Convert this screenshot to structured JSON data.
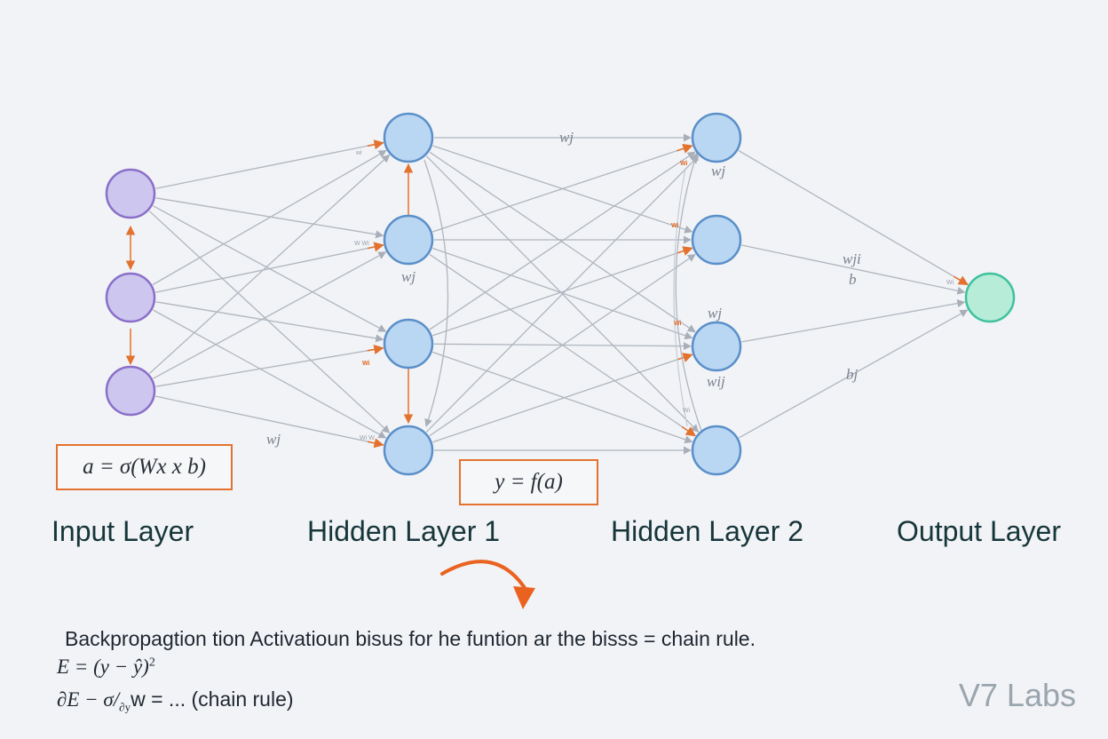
{
  "layers": {
    "input": "Input Layer",
    "hidden1": "Hidden Layer 1",
    "hidden2": "Hidden Layer 2",
    "output": "Output Layer"
  },
  "weight_labels": {
    "h1_top": "wj",
    "h1_mid": "wj",
    "input_bottom": "wj",
    "h2_top": "wj",
    "h2_third_above": "wj",
    "h2_third_below": "wij",
    "output_weight": "wji",
    "output_bias": "b",
    "output_bias2": "bj"
  },
  "formulas": {
    "activation": "a = σ(Wx x b)",
    "output_fn": "y = f(a)"
  },
  "caption": "Backpropagtion tion Activatioun bisus for he funtion ar the bisss = chain rule.",
  "equations": {
    "error_base": "E = (y − ŷ)",
    "error_exp": "2",
    "gradient_start": "∂E − σ/",
    "gradient_frac": "∂y",
    "gradient_end": "w = ... (chain rule)"
  },
  "brand": "V7 Labs",
  "colors": {
    "background": "#f1f3f6",
    "input_fill": "#cdc6ef",
    "input_stroke": "#8a6fc9",
    "hidden_fill": "#b9d6f2",
    "hidden_stroke": "#5a8fc9",
    "output_fill": "#b6ecd8",
    "output_stroke": "#3fc19d",
    "edge": "#b0b6bf",
    "backprop": "#e3722f"
  }
}
